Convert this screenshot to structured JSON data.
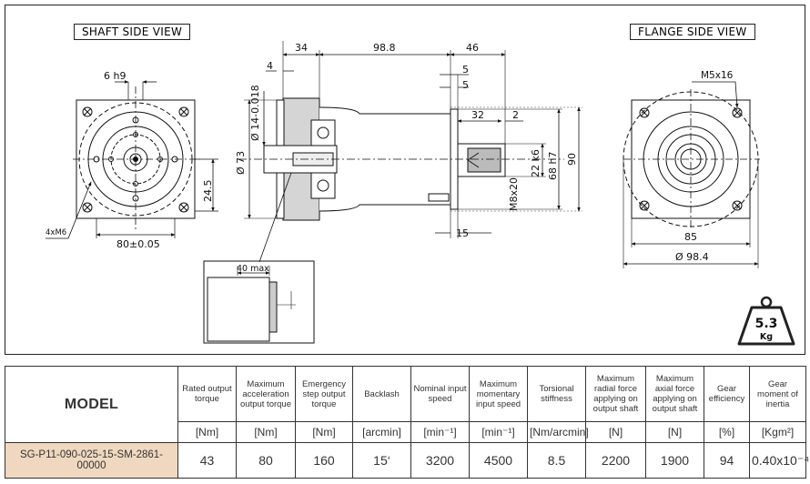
{
  "drawing": {
    "shaft_title": "SHAFT SIDE VIEW",
    "flange_title": "FLANGE SIDE VIEW",
    "shaft_dims": {
      "keyway": "6 h9",
      "thread": "4xM6",
      "bolt_spacing": "80±0.05",
      "offset": "24.5"
    },
    "side_dims": {
      "d34": "34",
      "d98_8": "98.8",
      "d46": "46",
      "d4": "4",
      "d5a": "5",
      "d5b": "5",
      "d32": "32",
      "d2": "2",
      "shaft_dia": "Ø 14-0.018",
      "body_dia": "Ø 73",
      "d22": "22 k6",
      "d68": "68 h7",
      "d90": "90",
      "d15": "15",
      "thread_m8": "M8x20",
      "detail_max": "40 max"
    },
    "flange_dims": {
      "thread": "M5x16",
      "width": "85",
      "dia": "Ø 98.4"
    },
    "weight": {
      "value": "5.3",
      "unit": "Kg"
    }
  },
  "table": {
    "model_header": "MODEL",
    "headers": [
      "Rated output torque",
      "Maximum acceleration output torque",
      "Emergency step output torque",
      "Backlash",
      "Nominal input speed",
      "Maximum momentary input speed",
      "Torsional stiffness",
      "Maximum radial force applying on output shaft",
      "Maximum axial force applying on output shaft",
      "Gear efficiency",
      "Gear moment of inertia"
    ],
    "units": [
      "[Nm]",
      "[Nm]",
      "[Nm]",
      "[arcmin]",
      "[min⁻¹]",
      "[min⁻¹]",
      "[Nm/arcmin]",
      "[N]",
      "[N]",
      "[%]",
      "[Kgm²]"
    ],
    "model": "SG-P11-090-025-15-SM-2861-00000",
    "values": [
      "43",
      "80",
      "160",
      "15‘",
      "3200",
      "4500",
      "8.5",
      "2200",
      "1900",
      "94",
      "0.40x10⁻⁴"
    ]
  }
}
